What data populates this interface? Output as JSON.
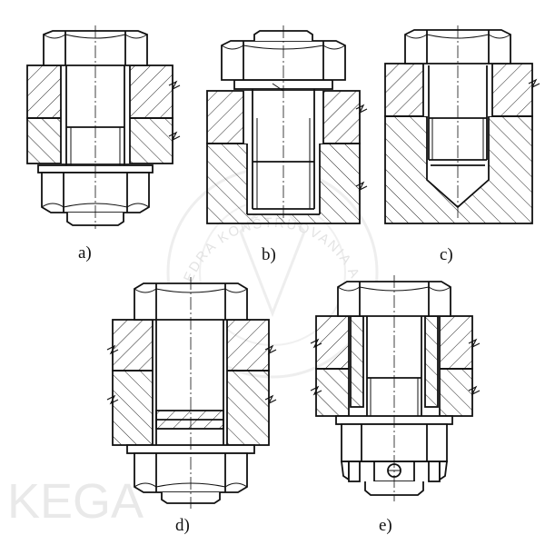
{
  "figure": {
    "labels": {
      "a": "a)",
      "b": "b)",
      "c": "c)",
      "d": "d)",
      "e": "e)"
    }
  },
  "watermark": {
    "logo_text": "KEGA",
    "ring_text": "KATEDRA KONŠTRUOVANIA A ČASTÍ STROJOV"
  },
  "colors": {
    "line": "#111111",
    "hatch": "#222222",
    "watermark": "#e9e9e9",
    "background": "#ffffff"
  }
}
